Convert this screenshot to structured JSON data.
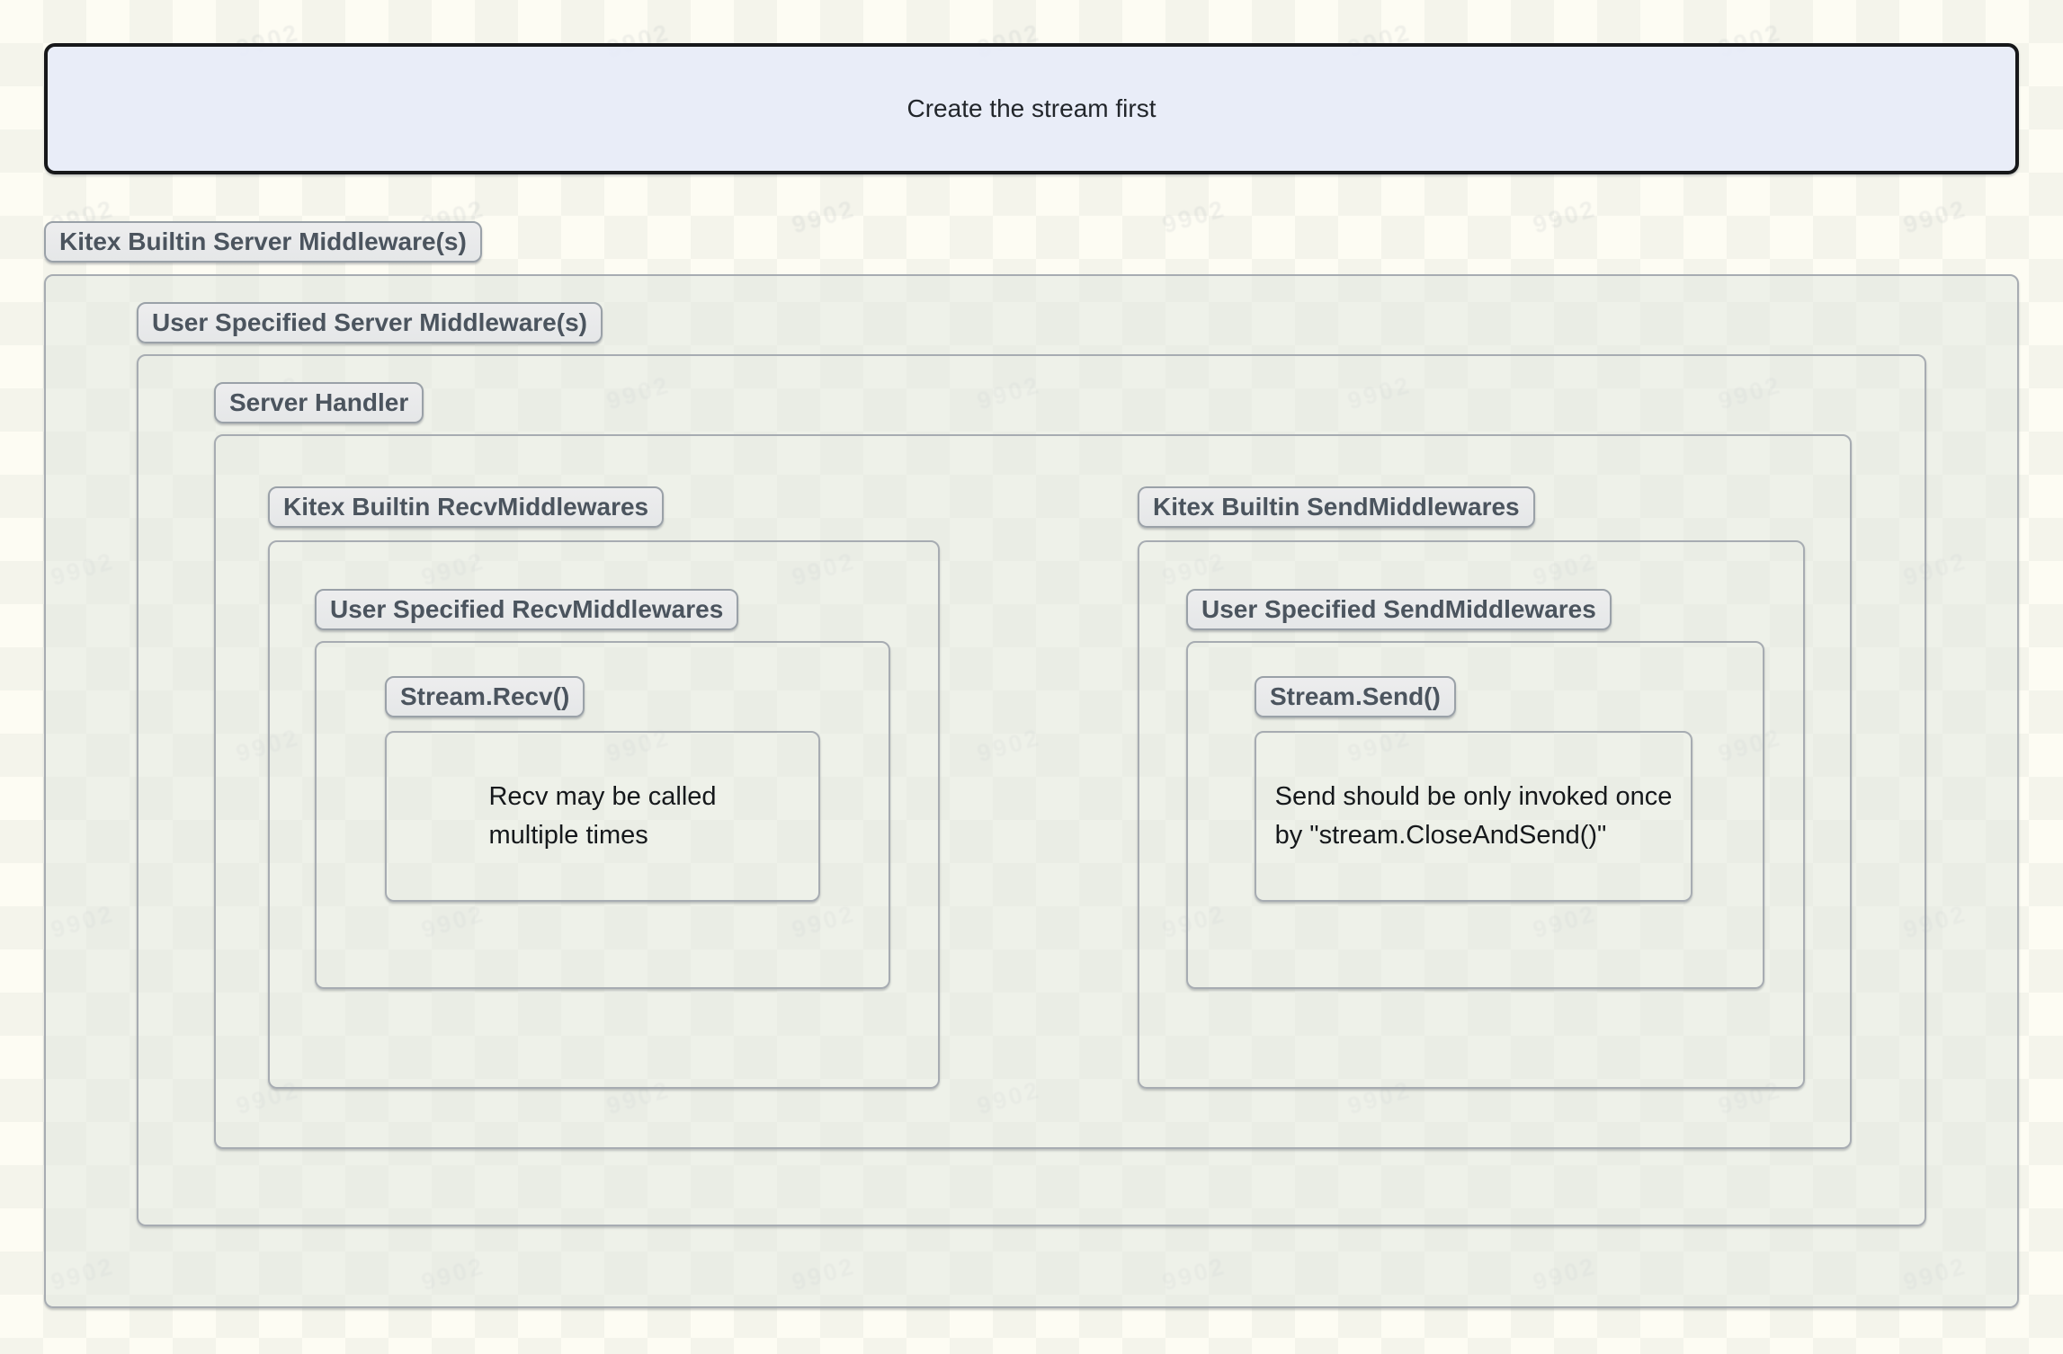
{
  "watermark": {
    "text": "9902"
  },
  "banner": {
    "text": "Create the stream first"
  },
  "labels": {
    "kitex_builtin_server": "Kitex Builtin Server Middleware(s)",
    "user_specified_server": "User Specified Server Middleware(s)",
    "server_handler": "Server Handler"
  },
  "recv": {
    "builtin_label": "Kitex Builtin RecvMiddlewares",
    "user_label": "User Specified RecvMiddlewares",
    "stream_label": "Stream.Recv()",
    "note": "Recv may be called\nmultiple times"
  },
  "send": {
    "builtin_label": "Kitex Builtin SendMiddlewares",
    "user_label": "User Specified SendMiddlewares",
    "stream_label": "Stream.Send()",
    "note": "Send should be only invoked once\nby \"stream.CloseAndSend()\""
  },
  "colors": {
    "page_background": "#fdfcf3",
    "banner_fill": "#e7ecf9",
    "banner_border": "#17181a",
    "box_border": "#a7acb2",
    "badge_background": "#e9eaec",
    "badge_border": "#9aa1a8",
    "badge_text": "#4b545e",
    "note_text": "#15181b"
  }
}
